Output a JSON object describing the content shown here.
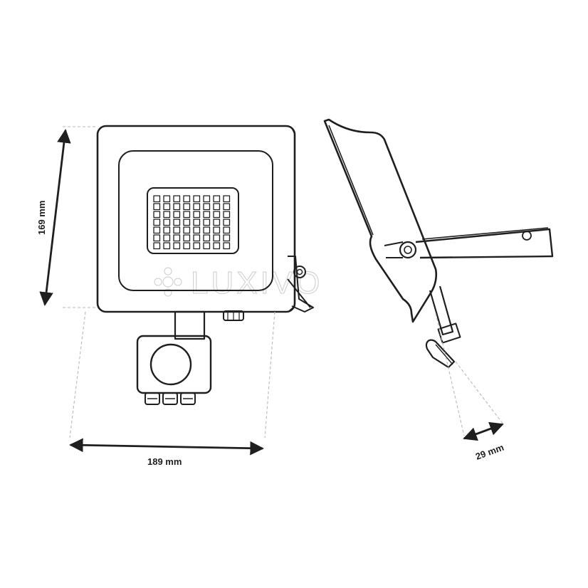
{
  "dimensions": {
    "height_label": "169 mm",
    "width_label": "189 mm",
    "depth_label": "29 mm"
  },
  "watermark": {
    "text": "LUXIVO"
  },
  "colors": {
    "line": "#1f1f1f",
    "dashed": "#b8b8b8",
    "watermark": "#d4d4d4"
  }
}
